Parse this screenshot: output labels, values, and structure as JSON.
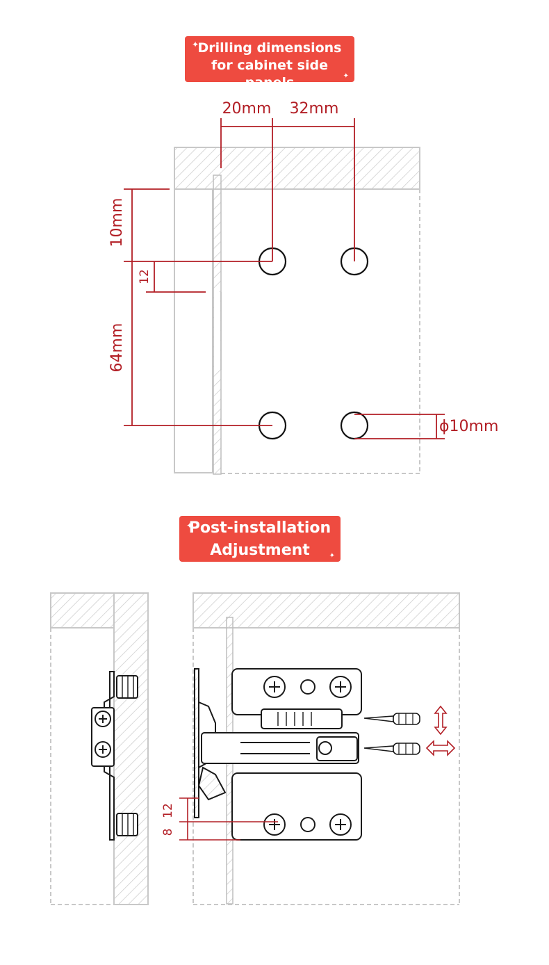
{
  "section1": {
    "title_line1": "Drilling dimensions",
    "title_line2": "for cabinet side panels",
    "dimensions": {
      "horizontal_a": "20mm",
      "horizontal_b": "32mm",
      "vertical_top": "10mm",
      "vertical_small": "12",
      "vertical_main": "64mm",
      "hole_diameter": "ϕ10mm"
    }
  },
  "section2": {
    "title_line1": "Post-installation",
    "title_line2": "Adjustment",
    "dimensions": {
      "offset_a": "12",
      "offset_b": "8"
    }
  },
  "colors": {
    "accent": "#ee4b40",
    "dimension_red": "#b21e25",
    "outline_gray": "#c8c8c8"
  },
  "icons": [
    "sparkle-icon",
    "screwdriver-icon",
    "vertical-adjust-arrow-icon",
    "horizontal-adjust-arrow-icon"
  ]
}
